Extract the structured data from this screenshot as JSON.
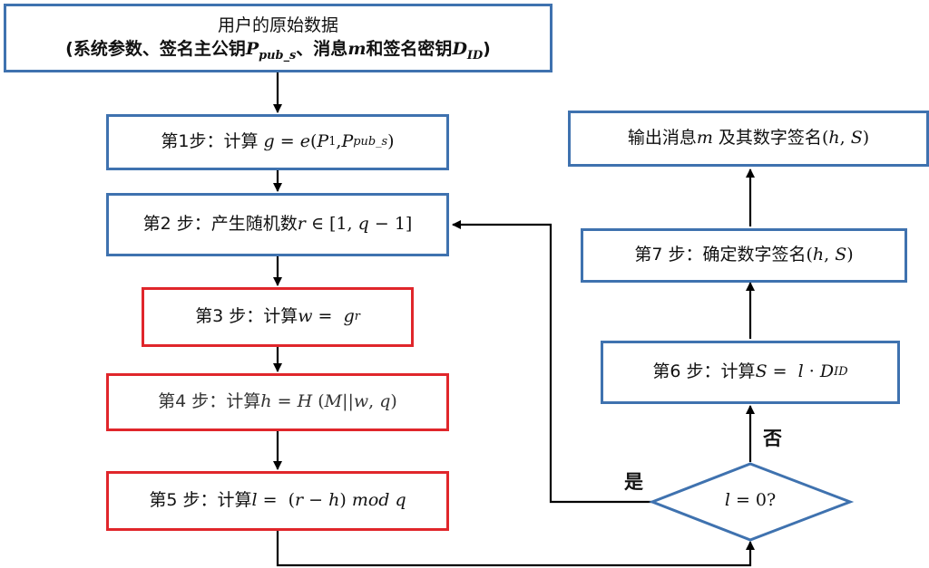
{
  "nodes": {
    "input": {
      "line1": "用户的原始数据",
      "line2_prefix": "(系统参数、签名主公钥",
      "ppub": "P",
      "ppub_sub": "pub_s",
      "line2_mid": "、消息",
      "m": "m",
      "line2_mid2": "和签名密钥",
      "did": "D",
      "did_sub": "ID",
      "line2_end": ")"
    },
    "step1": {
      "label": "第1步：计算",
      "g": "g",
      "eq": "=",
      "e": "e",
      "open": "(",
      "p1": "P",
      "p1_sub": "1",
      "comma": ",",
      "ppub": "P",
      "ppub_sub": "pub_s",
      "close": ")"
    },
    "step2": {
      "label": "第2 步：产生随机数",
      "r": "r",
      "rest": "∈ [1,",
      "q": "q",
      "rest2": "− 1]"
    },
    "step3": {
      "label": "第3 步：计算",
      "w": "w",
      "eq": "=",
      "g": "g",
      "sup": "r"
    },
    "step4": {
      "label": "第4 步：计算",
      "h": "h",
      "eq": "=",
      "H": "H",
      "open": "(",
      "M": "M",
      "bars": "||",
      "w": "w",
      "comma": ",",
      "q": "q",
      "close": ")"
    },
    "step5": {
      "label": "第5 步：计算",
      "l": "l",
      "eq": "=",
      "open": "(",
      "r": "r",
      "minus": "−",
      "h": "h",
      "close": ")",
      "mod": "mod",
      "q": "q"
    },
    "step6": {
      "label": "第6 步：计算",
      "S": "S",
      "eq": "=",
      "l": "l",
      "dot": "·",
      "D": "D",
      "D_sub": "ID"
    },
    "step7": {
      "label": "第7 步：确定数字签名",
      "open": "(",
      "h": "h",
      "comma": ",",
      "S": "S",
      "close": ")"
    },
    "output": {
      "label": "输出消息",
      "m": "m",
      "mid": "及其数字签名",
      "open": "(",
      "h": "h",
      "comma": ",",
      "S": "S",
      "close": ")"
    },
    "decision": {
      "l": "l",
      "rest": "= 0?"
    }
  },
  "edge_labels": {
    "yes": "是",
    "no": "否"
  },
  "colors": {
    "blue_border": "#3f72af",
    "red_border": "#e0262b",
    "arrow": "#000000"
  }
}
